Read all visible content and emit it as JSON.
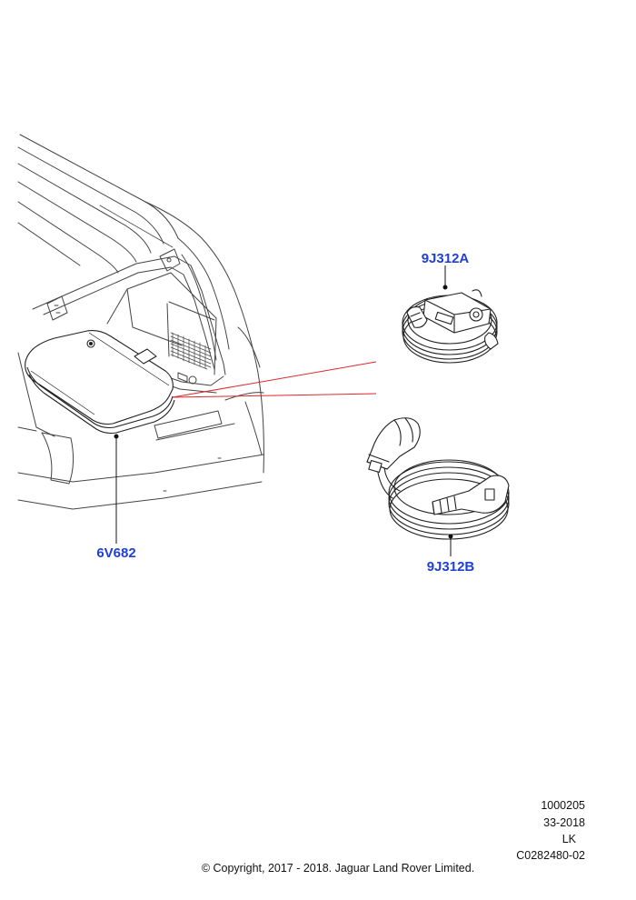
{
  "callouts": {
    "part_a": "9J312A",
    "part_b": "9J312B",
    "part_c": "6V682"
  },
  "footer": {
    "ref1": "1000205",
    "ref2": "33-2018",
    "ref3": "LK",
    "ref4": "C0282480-02",
    "copyright": "© Copyright, 2017 - 2018. Jaguar Land Rover Limited."
  },
  "colors": {
    "callout_text": "#1f3fd6",
    "leader_red": "#e0262c",
    "line_art": "#333333"
  }
}
